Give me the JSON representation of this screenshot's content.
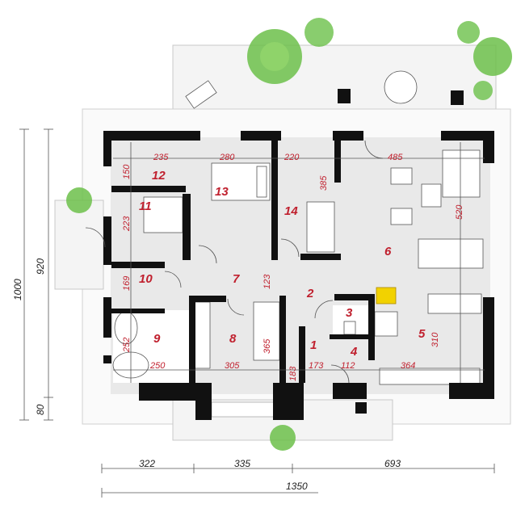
{
  "colors": {
    "wall": "#111111",
    "floor": "#e9e9e9",
    "terrace": "#f4f4f4",
    "label": "#c0202e",
    "dimension": "#222222",
    "plant": "#6cc04a",
    "hearth": "#f2d200"
  },
  "rooms": [
    {
      "id": "1",
      "label": "1"
    },
    {
      "id": "2",
      "label": "2"
    },
    {
      "id": "3",
      "label": "3"
    },
    {
      "id": "4",
      "label": "4"
    },
    {
      "id": "5",
      "label": "5"
    },
    {
      "id": "6",
      "label": "6"
    },
    {
      "id": "7",
      "label": "7"
    },
    {
      "id": "8",
      "label": "8"
    },
    {
      "id": "9",
      "label": "9"
    },
    {
      "id": "10",
      "label": "10"
    },
    {
      "id": "11",
      "label": "11"
    },
    {
      "id": "12",
      "label": "12"
    },
    {
      "id": "13",
      "label": "13"
    },
    {
      "id": "14",
      "label": "14"
    }
  ],
  "room_dimensions": [
    "235",
    "280",
    "220",
    "485",
    "150",
    "385",
    "223",
    "520",
    "169",
    "123",
    "252",
    "365",
    "310",
    "250",
    "305",
    "183",
    "173",
    "112",
    "364"
  ],
  "overall_dimensions": {
    "bottom_segments": [
      "322",
      "335",
      "693"
    ],
    "bottom_total": "1350",
    "left_height": "1000",
    "left_inner": "920",
    "left_bottom": "80"
  }
}
